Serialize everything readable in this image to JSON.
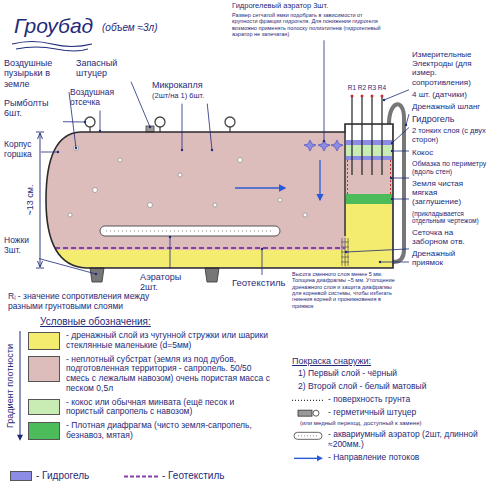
{
  "diagram": {
    "title": "Гроубад",
    "labels": [
      "(объем ≈3л)",
      "Гидрогелевый аэратор 3шт.",
      "Размер сетчатой ямки подобрать в зависимости от крупности фракции гидрогеля. Для понижения гидрогеля возможно применять полоску полиэтилена (гидрогелевый аэратор не запечатан)",
      "Воздушные пузырьки в земле",
      "Запасный штуцер",
      "Воздушная отсечка",
      "Микрокапля",
      "(2шт/на 1) 6шт.",
      "Рымболты 6шт.",
      "Корпус горшка",
      "Ножки 3шт.",
      "~13 см.",
      "Аэраторы 2шт.",
      "Геотекстиль",
      "Высота сменного слоя менее 5 мм. Толщина диафрагмы ~5 мм. Утолщение дренажного слоя и защита диафрагмы для корневой системы, чтобы избегать гниения корней и проникновения в приямок",
      "Измерительные Электроды (для измер. сопротивления)",
      "4 шт. (датчики)",
      "Дренажный шланг",
      "Гидрогель",
      "2 тонких слоя (с двух сторон)",
      "Кокос",
      "Обмазка по периметру (вдоль стен)",
      "Земля чистая мягкая (заглушение)",
      "(прикладывается отдельным чертежом)",
      "Сеточка на заборном отв.",
      "Дренажный приямок",
      "R1",
      "R2",
      "R3",
      "R4",
      "Rᵢ - значение сопротивления между разными грунтовыми слоями",
      "Условные обозначения:",
      "Градиент плотности",
      "Покраска снаружи:",
      "1) Первый слой - чёрный",
      "2) Второй слой - белый матовый",
      "(или медный переход, доступный к замене)"
    ],
    "legend": [
      {
        "text": "- дренажный слой из чугунной стружки или шарики стеклянные маленькие (d=5мм)",
        "color": "#f4ec6e"
      },
      {
        "text": "- неплотный субстрат (земля из под дубов, подготовленная территория - сапропель. 50/50 смесь с лежалым навозом) очень пористая масса с песком 0,5л",
        "color": "#ddbcbc"
      },
      {
        "text": "- кокос или обычная минвата (ещё песок и пористый сапропель с навозом)",
        "color": "#c9ecb4"
      },
      {
        "text": "- Плотная диафрагма (чисто земля-сапропель, безнавоз, мятая)",
        "color": "#4cbb5a"
      },
      {
        "text": "- Гидрогель",
        "color": "#8c8ce6"
      },
      {
        "text": "- Геотекстиль"
      },
      {
        "text": "- поверхность грунта"
      },
      {
        "text": "- герметичный штуцер"
      },
      {
        "text": "- аквариумный аэратор (2шт, длинной ≈200мм.)"
      },
      {
        "text": "- Направление потоков"
      }
    ]
  }
}
